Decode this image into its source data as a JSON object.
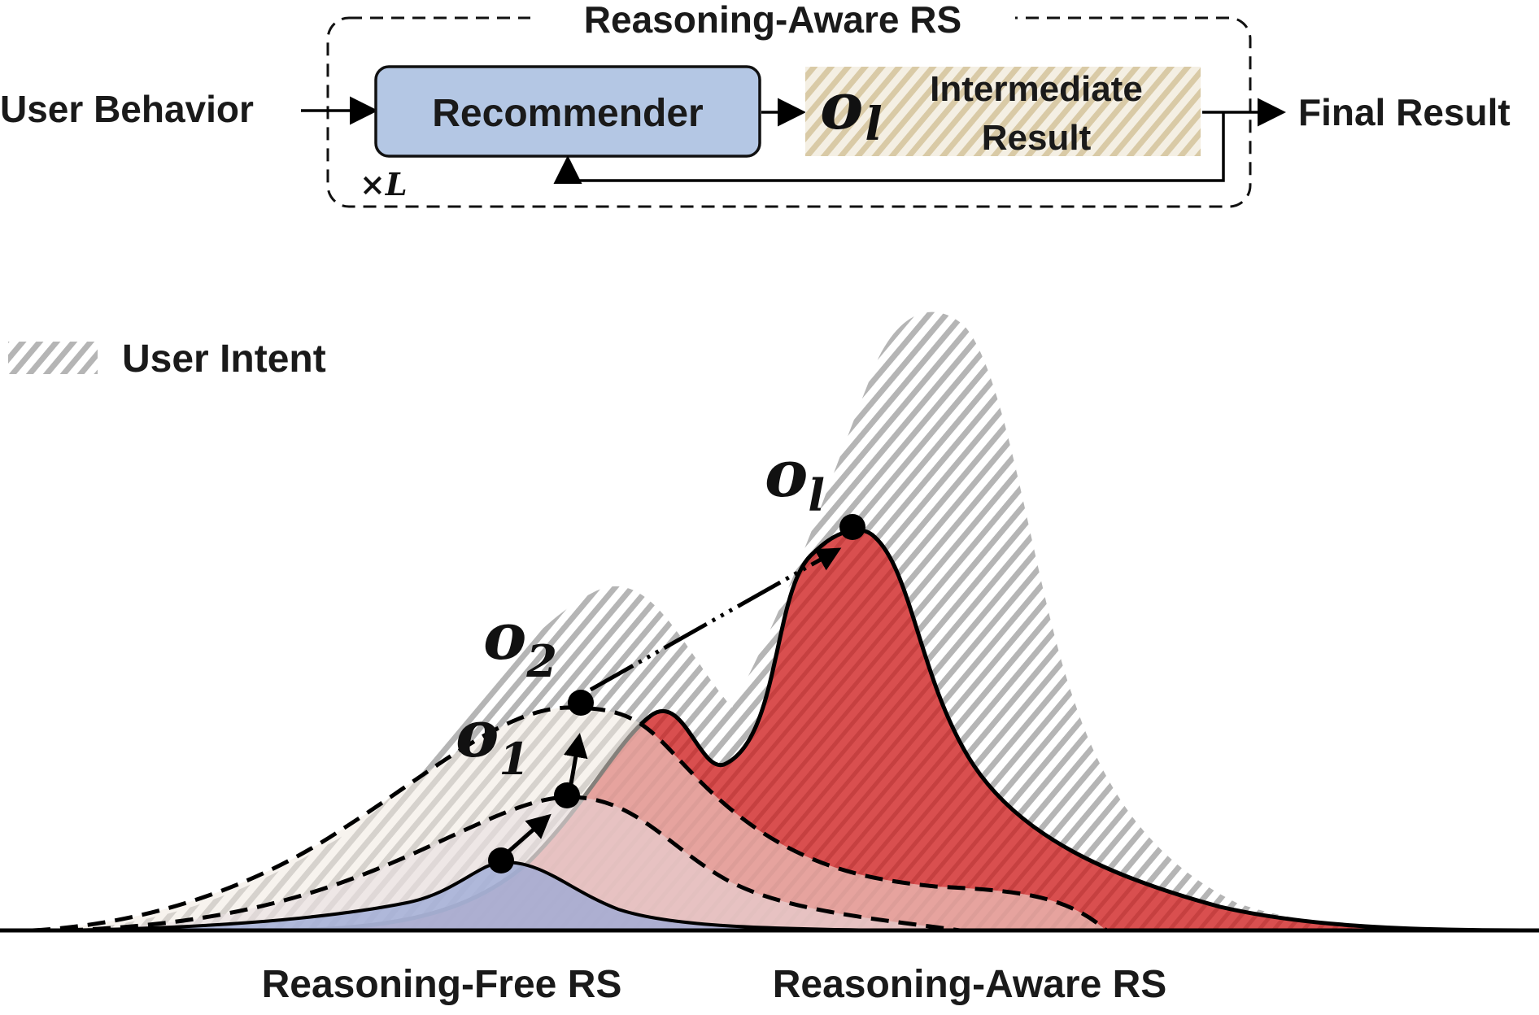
{
  "top_diagram": {
    "frame_title": "Reasoning-Aware RS",
    "input_label": "User Behavior",
    "recommender_label": "Recommender",
    "intermediate_symbol": "o",
    "intermediate_subscript": "l",
    "intermediate_line1": "Intermediate",
    "intermediate_line2": "Result",
    "output_label": "Final Result",
    "loop_label": "×L",
    "colors": {
      "recommender_fill": "#b4c7e4",
      "intermediate_hatch": "#dccdaa"
    }
  },
  "bottom_diagram": {
    "legend_label": "User Intent",
    "points": [
      {
        "symbol": "o",
        "subscript": "1"
      },
      {
        "symbol": "o",
        "subscript": "2"
      },
      {
        "symbol": "o",
        "subscript": "l"
      }
    ],
    "caption_left": "Reasoning-Free RS",
    "caption_right": "Reasoning-Aware RS",
    "colors": {
      "intent_hatch": "#b3b3b3",
      "reasoning_free": "#8fa3d1",
      "reasoning_aware": "#d44c4c",
      "intermediate": "#e9e7c9"
    }
  }
}
